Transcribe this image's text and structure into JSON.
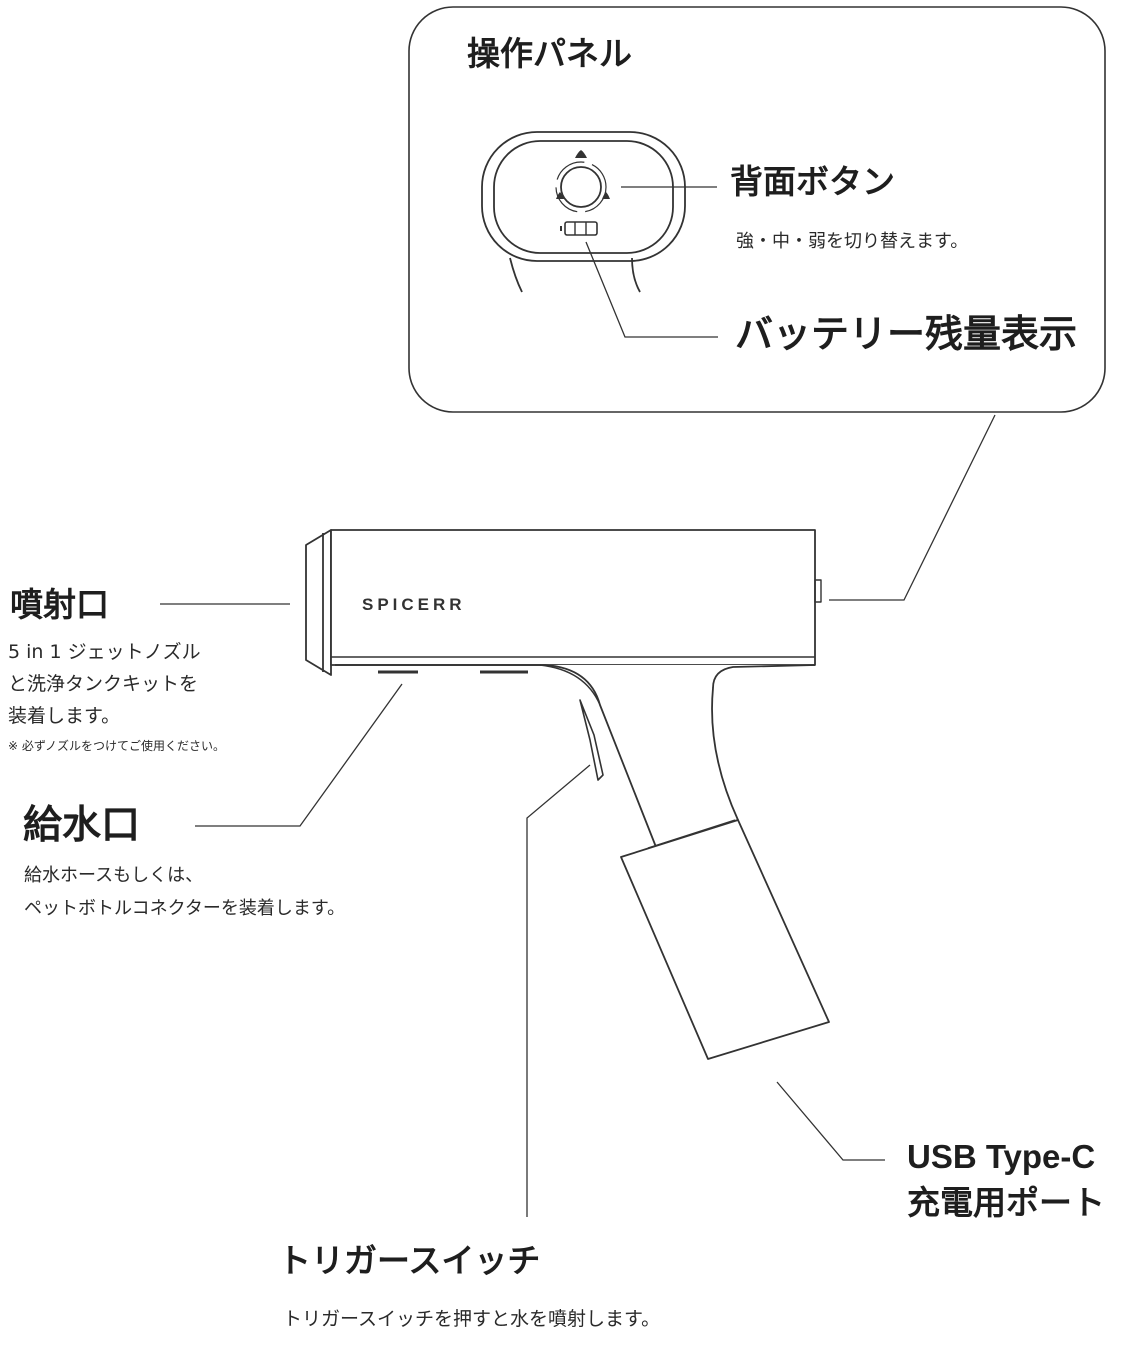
{
  "panel": {
    "title": "操作パネル",
    "back_button": {
      "title": "背面ボタン",
      "desc": "強・中・弱を切り替えます。"
    },
    "battery": {
      "title": "バッテリー残量表示"
    }
  },
  "brand": "SPICERR",
  "nozzle": {
    "title": "噴射口",
    "desc": [
      "5 in 1 ジェットノズル",
      "と洗浄タンクキットを",
      "装着します。"
    ],
    "note": "※ 必ずノズルをつけてご使用ください。"
  },
  "water_inlet": {
    "title": "給水口",
    "desc": [
      "給水ホースもしくは、",
      "ペットボトルコネクターを装着します。"
    ]
  },
  "usb": {
    "title": [
      "USB Type-C",
      "充電用ポート"
    ]
  },
  "trigger": {
    "title": "トリガースイッチ",
    "desc": "トリガースイッチを押すと水を噴射します。"
  }
}
